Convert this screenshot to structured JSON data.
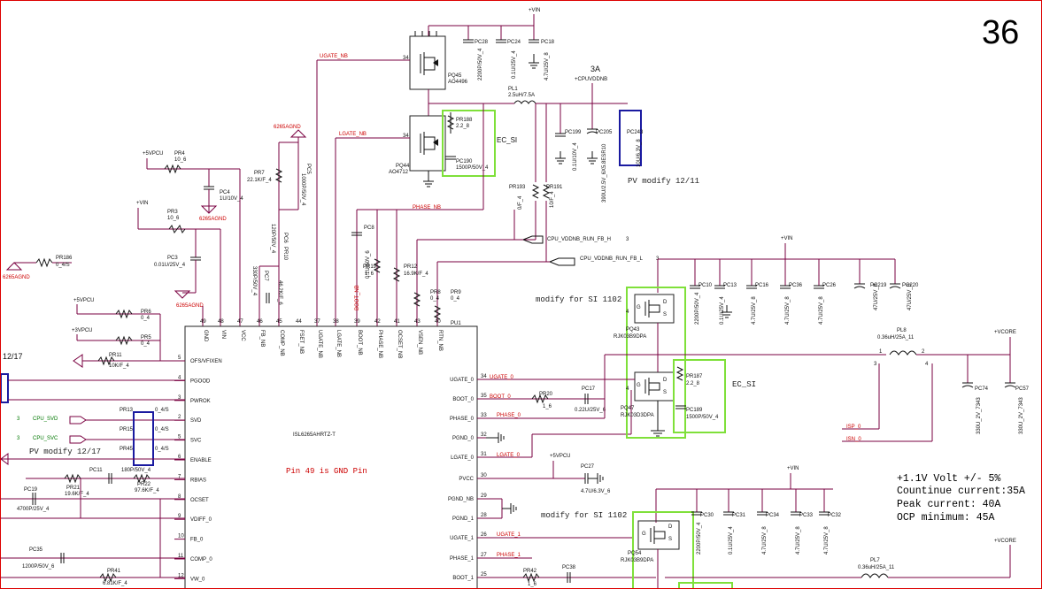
{
  "page_number": "36",
  "spec": {
    "line1": "+1.1V Volt +/- 5%",
    "line2": "Countinue current:35A",
    "line3": "Peak current: 40A",
    "line4": "OCP minimum: 45A"
  },
  "notes": {
    "pin49": "Pin 49 is GND Pin",
    "modify1": "modify for SI 1102",
    "modify2": "modify for SI 1102",
    "pv_modify_top": "PV modify 12/11",
    "pv_modify_left": "PV modify 12/17",
    "ec_si_1": "EC_SI",
    "ec_si_2": "EC_SI",
    "three_a": "3A",
    "date_fragment": "12/17"
  },
  "rails": {
    "vin1": "+VIN",
    "vin2": "+VIN",
    "vin3": "+VIN",
    "vin4": "+VIN",
    "cpuvddnb": "+CPUVDDNB",
    "svpcu1": "+5VPCU",
    "svpcu2": "+5VPCU",
    "svpcu3": "+5VPCU",
    "v3pcu": "+3VPCU",
    "vcore1": "+VCORE",
    "vcore2": "+VCORE",
    "agnd1": "6265AGND",
    "agnd2": "6265AGND",
    "agnd3": "6265AGND",
    "agnd4": "6265AGND"
  },
  "nets": {
    "ugate_nb": "UGATE_NB",
    "lgate_nb": "LGATE_NB",
    "phase_nb": "PHASE_NB",
    "boot_nb": "BOOT_NB",
    "fb_h": "CPU_VDDNB_RUN_FB_H",
    "fb_l": "CPU_VDDNB_RUN_FB_L",
    "ugate_0": "UGATE_0",
    "boot_0": "BOOT_0",
    "phase_0": "PHASE_0",
    "lgate_0": "LGATE_0",
    "ugate_1": "UGATE_1",
    "phase_1": "PHASE_1",
    "isp_0": "ISP_0",
    "isn_0": "ISN_0",
    "cpu_svd": "CPU_SVD",
    "cpu_svc": "CPU_SVC",
    "num3a": "3",
    "num3b": "3",
    "num3c": "3",
    "num3d": "3"
  },
  "ic": {
    "ref": "PU1",
    "part": "ISL6265AHRTZ-T",
    "left_pins": [
      {
        "num": "5",
        "name": "OFS/VFIXEN"
      },
      {
        "num": "4",
        "name": "PGOOD"
      },
      {
        "num": "3",
        "name": "PWROK"
      },
      {
        "num": "2",
        "name": "SVD"
      },
      {
        "num": "5",
        "name": "SVC"
      },
      {
        "num": "6",
        "name": "ENABLE"
      },
      {
        "num": "7",
        "name": "RBIAS"
      },
      {
        "num": "8",
        "name": "OCSET"
      },
      {
        "num": "9",
        "name": "VDIFF_0"
      },
      {
        "num": "10",
        "name": "FB_0"
      },
      {
        "num": "11",
        "name": "COMP_0"
      },
      {
        "num": "12",
        "name": "VW_0"
      }
    ],
    "right_pins": [
      {
        "num": "34",
        "name": "UGATE_0"
      },
      {
        "num": "35",
        "name": "BOOT_0"
      },
      {
        "num": "33",
        "name": "PHASE_0"
      },
      {
        "num": "32",
        "name": "PGND_0"
      },
      {
        "num": "31",
        "name": "LGATE_0"
      },
      {
        "num": "30",
        "name": "PVCC"
      },
      {
        "num": "29",
        "name": "PGND_NB"
      },
      {
        "num": "28",
        "name": "PGND_1"
      },
      {
        "num": "26",
        "name": "UGATE_1"
      },
      {
        "num": "27",
        "name": "PHASE_1"
      },
      {
        "num": "25",
        "name": "BOOT_1"
      }
    ],
    "top_pins": [
      {
        "num": "49",
        "name": "GND"
      },
      {
        "num": "48",
        "name": "VIN"
      },
      {
        "num": "47",
        "name": "VCC"
      },
      {
        "num": "46",
        "name": "FB_NB"
      },
      {
        "num": "45",
        "name": "COMP_NB"
      },
      {
        "num": "44",
        "name": "FSET_NB"
      },
      {
        "num": "37",
        "name": "UGATE_NB"
      },
      {
        "num": "38",
        "name": "LGATE_NB"
      },
      {
        "num": "39",
        "name": "BOOT_NB"
      },
      {
        "num": "42",
        "name": "PHASE_NB"
      },
      {
        "num": "41",
        "name": "OCSET_NB"
      },
      {
        "num": "43",
        "name": "VSEN_NB"
      },
      {
        "num": "40",
        "name": "RTN_NB"
      }
    ]
  },
  "parts": {
    "pq45": "PQ45",
    "pq45v": "AO4496",
    "pq44": "PQ44",
    "pq44v": "AO4712",
    "pq43": "PQ43",
    "pq43v": "RJK03B9DPA",
    "pq47": "PQ47",
    "pq47v": "RJK03D3DPA",
    "pq54": "PQ54",
    "pq54v": "RJK03B9DPA",
    "pc28": "PC28",
    "pc28v": "2200P/50V_4",
    "pc24": "PC24",
    "pc24v": "0.1U/25V_4",
    "pc18": "PC18",
    "pc18v": "4.7U/25V_8",
    "pl1": "PL1",
    "pl1v": "2.5uH/7.5A",
    "pr188": "PR188",
    "pr188v": "2.2_8",
    "pc190": "PC190",
    "pc190v": "1500P/50V_4",
    "pc199": "PC199",
    "pc199v": "0.1U/10V_4",
    "pc205": "PC205",
    "pc205v": "390U/2.5V_6X5.8ESR10",
    "pc243": "PC243",
    "pc243v": "10U/6.3V_8",
    "pr193": "PR193",
    "pr193v": "0/F_4",
    "pr191": "PR191",
    "pr191v": "10/F_4",
    "pr4": "PR4",
    "pr4v": "10_6",
    "pc4": "PC4",
    "pc4v": "1U/10V_4",
    "pr3": "PR3",
    "pr3v": "10_6",
    "pc3": "PC3",
    "pc3v": "0.01U/25V_4",
    "pr186": "PR186",
    "pr186v": "0_4/S",
    "pr7": "PR7",
    "pr7v": "22.1K/F_4",
    "pc5": "PC5",
    "pc5v": "1000P/50V_4",
    "pc6": "PC6",
    "pc6v": "120P/50V_4",
    "pr10": "PR10",
    "pr10v": "46.2K/F_6",
    "pc7": "PC7",
    "pc7v": "330P/50V_4",
    "pc8": "PC8",
    "pc8v": "0.1U/50V_6",
    "pr19": "PR19",
    "pr19v": "1_6",
    "pr12": "PR12",
    "pr12v": "16.9K/F_4",
    "pr8": "PR8",
    "pr8v": "0_4",
    "pr9": "PR9",
    "pr9v": "0_4",
    "pr6": "PR6",
    "pr6v": "0_4",
    "pr5": "PR5",
    "pr5v": "0_4",
    "pr11": "PR11",
    "pr11v": "10K/F_4",
    "pr13": "PR13",
    "pr13v": "0_4/S",
    "pr15": "PR15",
    "pr15v": "0_4/S",
    "pr45": "PR45",
    "pr45v": "0_4/S",
    "pr21": "PR21",
    "pr21v": "19.6K/F_4",
    "pc11": "PC11",
    "pc11v": "180P/50V_4",
    "pr22": "PR22",
    "pr22v": "97.6K/F_4",
    "pc19": "PC19",
    "pc19v": "4700P/25V_4",
    "pc35": "PC35",
    "pc35v": "1200P/50V_6",
    "pr41": "PR41",
    "pr41v": "6.81K/F_4",
    "pr20": "PR20",
    "pr20v": "1_6",
    "pc17": "PC17",
    "pc17v": "0.22U/25V_6",
    "pc27": "PC27",
    "pc27v": "4.7U/6.3V_6",
    "pr42": "PR42",
    "pr42v": "1_6",
    "pc38": "PC38",
    "pr187": "PR187",
    "pr187v": "2.2_8",
    "pc189": "PC189",
    "pc189v": "1500P/50V_4",
    "pc10": "PC10",
    "pc10v": "2200P/50V_4",
    "pc13": "PC13",
    "pc13v": "0.1U/25V_4",
    "pc16": "PC16",
    "pc16v": "4.7U/25V_8",
    "pc36": "PC36",
    "pc36v": "4.7U/25V_8",
    "pc26": "PC26",
    "pc26v": "4.7U/25V_8",
    "pc219": "PC219",
    "pc219v": "47U/25V_B",
    "pc220": "PC220",
    "pc220v": "47U/25V_B",
    "pl8": "PL8",
    "pl8v": "0.36uH/25A_11",
    "pc74": "PC74",
    "pc74v": "330U_2V_7343",
    "pc57": "PC57",
    "pc57v": "330U_2V_7343",
    "pc30": "PC30",
    "pc30v": "2200P/50V_4",
    "pc31": "PC31",
    "pc31v": "0.1U/25V_4",
    "pc34": "PC34",
    "pc34v": "4.7U/25V_8",
    "pc33": "PC33",
    "pc33v": "4.7U/25V_8",
    "pc32": "PC32",
    "pc32v": "4.7U/25V_8",
    "pl7": "PL7",
    "pl7v": "0.36uH/25A_11"
  }
}
